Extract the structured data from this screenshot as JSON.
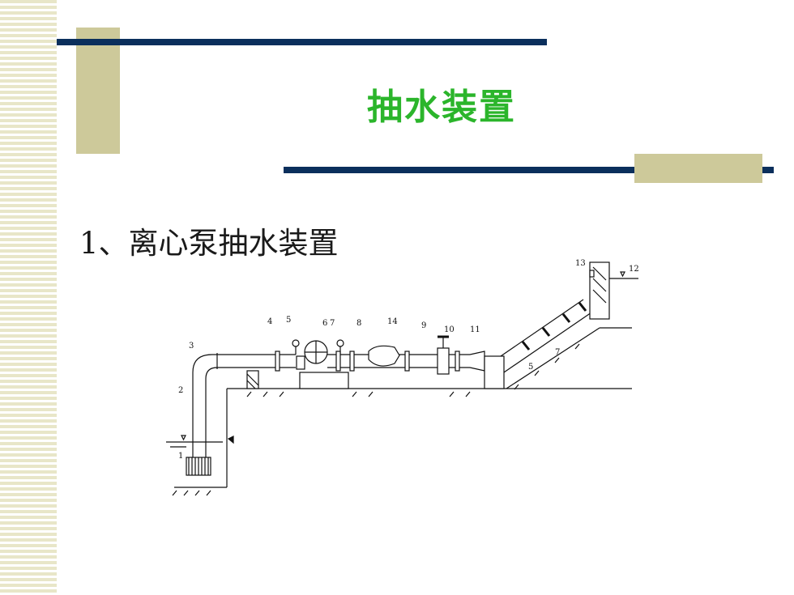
{
  "slide": {
    "title": "抽水装置",
    "subtitle": "1、离心泵抽水装置"
  },
  "diagram": {
    "labels": [
      "1",
      "2",
      "3",
      "4",
      "5",
      "6",
      "7",
      "8",
      "14",
      "9",
      "10",
      "11",
      "13",
      "12",
      "5",
      "7"
    ]
  },
  "colors": {
    "title": "#2bb52b",
    "rule": "#0b2f5c",
    "accent_block": "#cdc99a",
    "stripes": "#e8e6c8"
  }
}
